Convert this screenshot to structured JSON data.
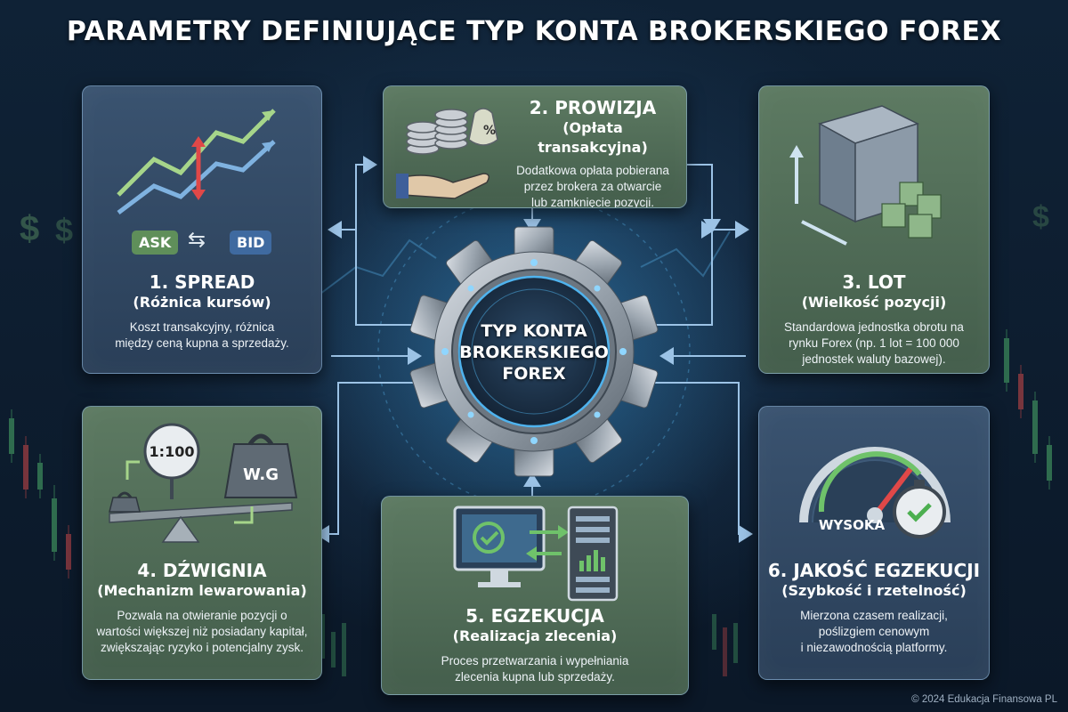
{
  "title": "PARAMETRY DEFINIUJĄCE TYP KONTA BROKERSKIEGO FOREX",
  "center": {
    "label": "TYP KONTA\nBROKERSKIEGO\nFOREX"
  },
  "cards": {
    "spread": {
      "heading": "1. SPREAD",
      "subheading": "(Różnica kursów)",
      "description": "Koszt transakcyjny, różnica\nmiędzy ceną kupna a sprzedaży.",
      "ask_label": "ASK",
      "bid_label": "BID"
    },
    "prowizja": {
      "heading": "2. PROWIZJA",
      "subheading": "(Opłata transakcyjna)",
      "description": "Dodatkowa opłata pobierana\nprzez brokera za otwarcie\nlub zamknięcie pozycji."
    },
    "lot": {
      "heading": "3. LOT",
      "subheading": "(Wielkość pozycji)",
      "description": "Standardowa jednostka obrotu na\nrynku Forex (np. 1 lot = 100 000\njednostek waluty bazowej)."
    },
    "dzwignia": {
      "heading": "4. DŹWIGNIA",
      "subheading": "(Mechanizm lewarowania)",
      "description": "Pozwala na otwieranie pozycji o\nwartości większej niż posiadany kapitał,\nzwiększając ryzyko i potencjalny zysk.",
      "ratio_label": "1:100",
      "weight_label": "W.G"
    },
    "egzekucja": {
      "heading": "5. EGZEKUCJA",
      "subheading": "(Realizacja zlecenia)",
      "description": "Proces przetwarzania i wypełniania\nzlecenia kupna lub sprzedaży."
    },
    "jakosc": {
      "heading": "6. JAKOŚĆ EGZEKUCJI",
      "subheading": "(Szybkość i rzetelność)",
      "description": "Mierzona czasem realizacji,\npoślizgiem cenowym\ni niezawodnością platformy.",
      "gauge_label": "WYSOKA"
    }
  },
  "colors": {
    "card_blue": "#2f4660",
    "card_green": "#4f6b55",
    "arrow": "#9cc3e6",
    "accent_red": "#e04848",
    "accent_green": "#6fc26a",
    "ask_badge": "#5f8f5a",
    "bid_badge": "#3f6aa0"
  },
  "background_glyphs": [
    "$",
    "$",
    "$"
  ],
  "footer": {
    "copyright": "© 2024 Edukacja Finansowa PL"
  }
}
